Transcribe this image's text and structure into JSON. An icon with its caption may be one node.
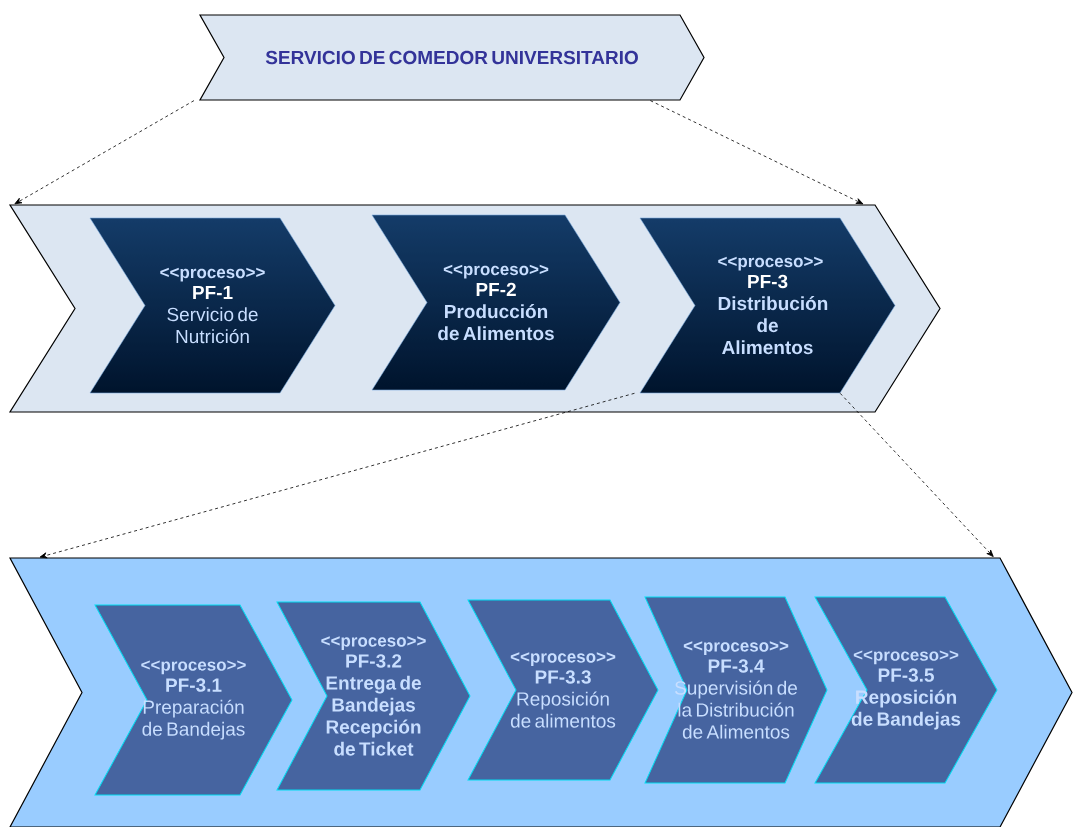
{
  "diagram": {
    "nodes": [
      {
        "text": [
          "SERVICIO DE COMEDOR UNIVERSITARIO"
        ]
      },
      {
        "text": [],
        "shape": "chevron"
      },
      {
        "text": [
          "<<proceso>>",
          "PF-1",
          "Servicio de Nutrición"
        ],
        "in": 1
      },
      {
        "text": [
          "<<proceso>>",
          "PF-2",
          "Producción de Alimentos"
        ],
        "in": 1
      },
      {
        "text": [
          "<<proceso>>",
          "PF-3",
          "Distribución de Alimentos"
        ],
        "in": 1
      },
      {
        "text": [],
        "shape": "chevron"
      },
      {
        "text": [
          "<<proceso>>",
          "PF-3.1",
          "Preparación de Bandejas"
        ],
        "in": 5
      },
      {
        "text": [
          "<<proceso>>",
          "PF-3.2",
          "Entrega de Bandejas Recepción de Ticket"
        ],
        "in": 5
      },
      {
        "text": [
          "<<proceso>>",
          "PF-3.3",
          "Reposición de alimentos"
        ],
        "in": 5
      },
      {
        "text": [
          "<<proceso>>",
          "PF-3.4",
          "Supervisión de la Distribución de Alimentos"
        ],
        "in": 5
      },
      {
        "text": [
          "<<proceso>>",
          "PF-3.5",
          "Reposición de Bandejas"
        ],
        "in": 5
      }
    ],
    "edges": [
      {
        "from": 0,
        "to": 1,
        "arrow": "to",
        "style": "dashed"
      },
      {
        "from": 0,
        "to": 1,
        "arrow": "to",
        "style": "dashed"
      },
      {
        "from": 4,
        "to": 5,
        "arrow": "to",
        "style": "dashed"
      },
      {
        "from": 4,
        "to": 5,
        "arrow": "to",
        "style": "dashed"
      }
    ]
  }
}
